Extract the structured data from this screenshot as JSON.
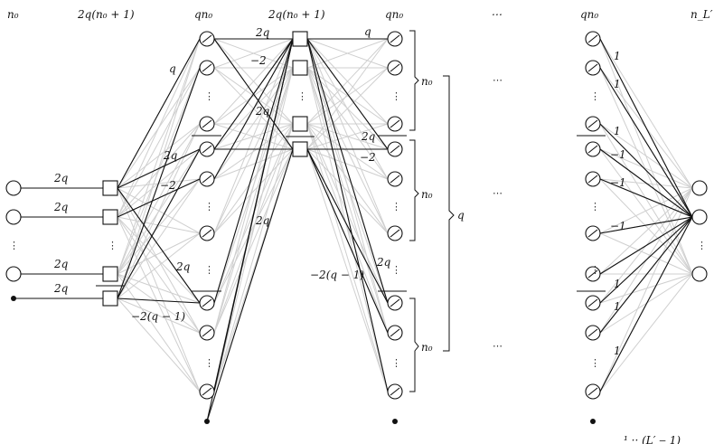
{
  "headers": {
    "input_layer": "n₀",
    "first_hidden": "2q(n₀ + 1)",
    "second_hidden": "qn₀",
    "third_hidden": "2q(n₀ + 1)",
    "fourth_hidden": "qn₀",
    "ellipsis": "⋯",
    "last_hidden": "qn₀",
    "output_layer": "n_L′",
    "footnote": "¹ ·· (L′ ‒ 1)"
  },
  "edge_labels": {
    "two_q": "2q",
    "q": "q",
    "neg_two": "−2",
    "neg_two_q_minus_one": "−2(q − 1)",
    "one": "1",
    "neg_one": "−1"
  },
  "brackets": {
    "n0": "n₀",
    "q": "q"
  },
  "vertical_dots": "⋮",
  "horizontal_dots": "⋯"
}
